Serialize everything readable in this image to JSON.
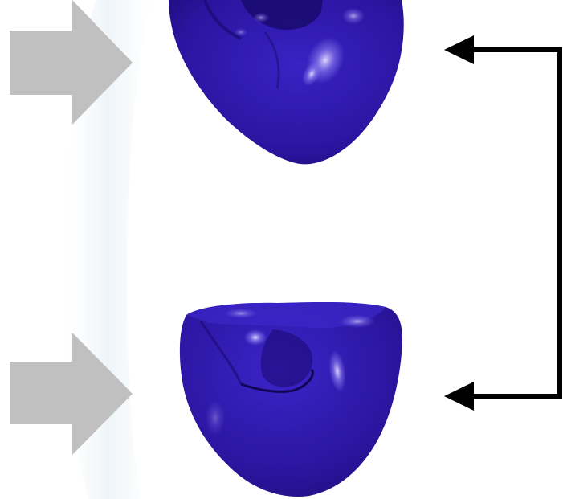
{
  "diagram": {
    "background_color": "#ffffff",
    "faint_arc_color": "#eef4f7",
    "gray_arrow_color": "#c0c0c0",
    "connector_color": "#000000",
    "model_color": "#2a149e",
    "model_highlight_color": "#8c7cf0",
    "models": [
      {
        "name": "heart-model-top",
        "icon": "heart-mesh-icon"
      },
      {
        "name": "heart-model-bottom",
        "icon": "heart-mesh-icon"
      }
    ],
    "input_arrows": [
      {
        "name": "input-arrow-top",
        "icon": "right-arrow-icon"
      },
      {
        "name": "input-arrow-bottom",
        "icon": "right-arrow-icon"
      }
    ],
    "connector": {
      "name": "bracket-connector",
      "icon": "double-headed-bracket-arrow-icon"
    }
  }
}
